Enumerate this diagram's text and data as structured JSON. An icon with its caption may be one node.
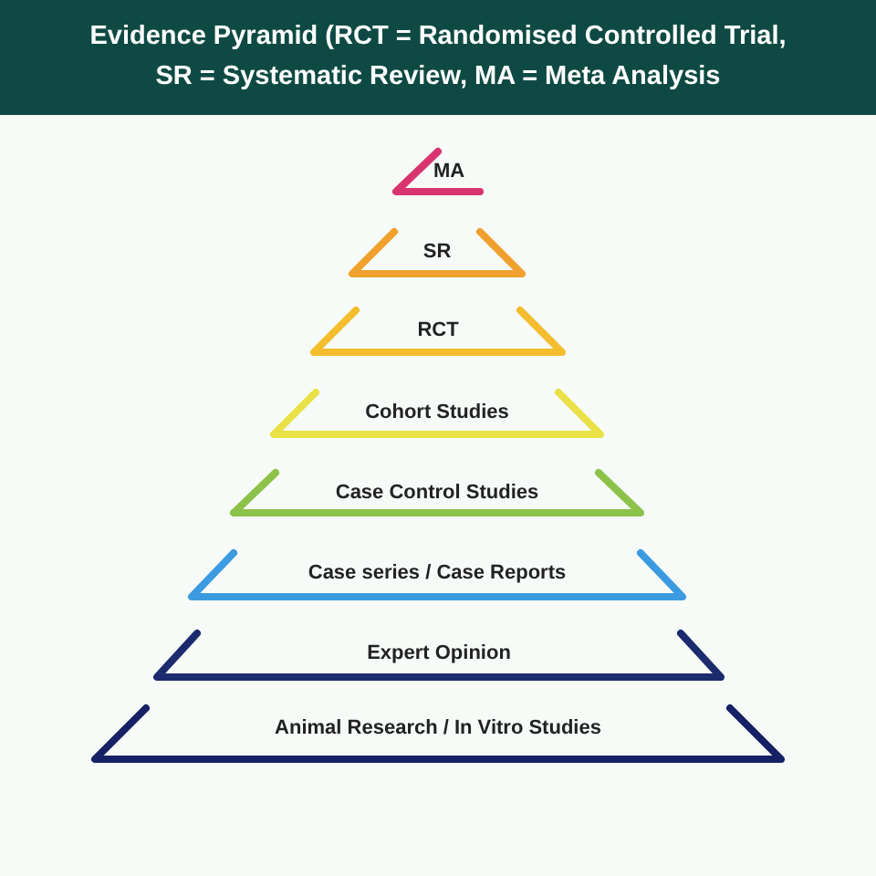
{
  "diagram": {
    "title": "Evidence Pyramid (RCT = Randomised Controlled Trial, SR = Systematic Review, MA = Meta Analysis",
    "nodes": [
      {
        "text": [
          "MA"
        ]
      },
      {
        "text": [
          "SR"
        ]
      },
      {
        "text": [
          "RCT"
        ]
      },
      {
        "text": [
          "Cohort Studies"
        ]
      },
      {
        "text": [
          "Case Control Studies"
        ]
      },
      {
        "text": [
          "Case series / Case Reports"
        ]
      },
      {
        "text": [
          "Expert Opinion"
        ]
      },
      {
        "text": [
          "Animal Research / In Vitro Studies"
        ]
      }
    ]
  }
}
